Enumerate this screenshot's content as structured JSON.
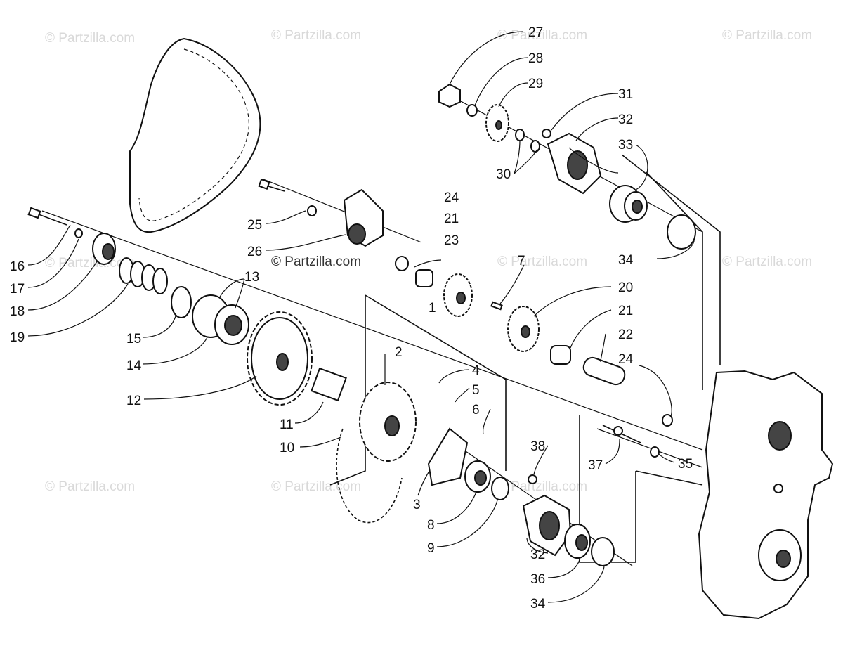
{
  "watermark": "© Partzilla.com",
  "callouts": [
    {
      "id": "c1",
      "text": "1"
    },
    {
      "id": "c2",
      "text": "2"
    },
    {
      "id": "c3",
      "text": "3"
    },
    {
      "id": "c4",
      "text": "4"
    },
    {
      "id": "c5",
      "text": "5"
    },
    {
      "id": "c6",
      "text": "6"
    },
    {
      "id": "c7",
      "text": "7"
    },
    {
      "id": "c8",
      "text": "8"
    },
    {
      "id": "c9",
      "text": "9"
    },
    {
      "id": "c10",
      "text": "10"
    },
    {
      "id": "c11",
      "text": "11"
    },
    {
      "id": "c12",
      "text": "12"
    },
    {
      "id": "c13",
      "text": "13"
    },
    {
      "id": "c14",
      "text": "14"
    },
    {
      "id": "c15",
      "text": "15"
    },
    {
      "id": "c16",
      "text": "16"
    },
    {
      "id": "c17",
      "text": "17"
    },
    {
      "id": "c18",
      "text": "18"
    },
    {
      "id": "c19",
      "text": "19"
    },
    {
      "id": "c20",
      "text": "20"
    },
    {
      "id": "c21a",
      "text": "21"
    },
    {
      "id": "c21b",
      "text": "21"
    },
    {
      "id": "c22",
      "text": "22"
    },
    {
      "id": "c23",
      "text": "23"
    },
    {
      "id": "c24a",
      "text": "24"
    },
    {
      "id": "c24b",
      "text": "24"
    },
    {
      "id": "c25",
      "text": "25"
    },
    {
      "id": "c26",
      "text": "26"
    },
    {
      "id": "c27",
      "text": "27"
    },
    {
      "id": "c28",
      "text": "28"
    },
    {
      "id": "c29",
      "text": "29"
    },
    {
      "id": "c30",
      "text": "30"
    },
    {
      "id": "c31",
      "text": "31"
    },
    {
      "id": "c32a",
      "text": "32"
    },
    {
      "id": "c32b",
      "text": "32"
    },
    {
      "id": "c33",
      "text": "33"
    },
    {
      "id": "c34a",
      "text": "34"
    },
    {
      "id": "c34b",
      "text": "34"
    },
    {
      "id": "c35",
      "text": "35"
    },
    {
      "id": "c36",
      "text": "36"
    },
    {
      "id": "c37",
      "text": "37"
    },
    {
      "id": "c38",
      "text": "38"
    }
  ]
}
